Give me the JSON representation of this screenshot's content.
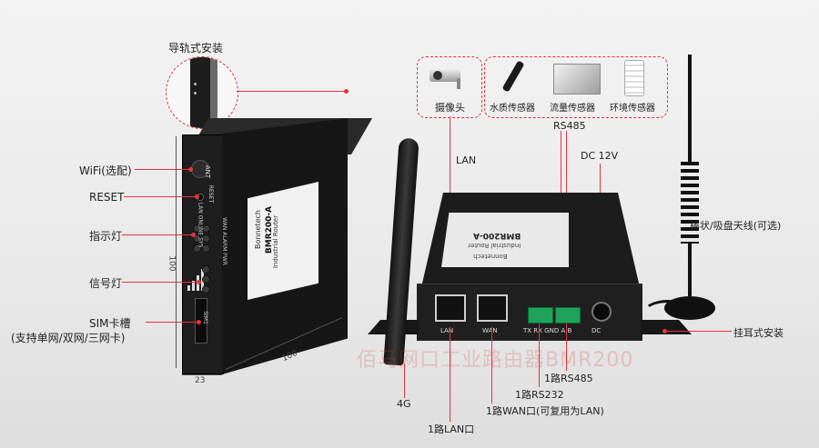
{
  "left_device": {
    "rail_mount": "导轨式安装",
    "wifi": "WiFi(选配)",
    "reset": "RESET",
    "indicator": "指示灯",
    "signal": "信号灯",
    "sim_slot": "SIM卡槽",
    "sim_support": "(支持单网/双网/三网卡)",
    "dim_height": "100",
    "dim_width": "100",
    "dim_depth": "23",
    "panel_ant": "ANT",
    "panel_reset": "RESET",
    "panel_leds_top": "LAN ONLINE SYS",
    "panel_leds_bottom": "WAN ALARM PWR",
    "panel_sim": "SIM1",
    "panel_brand": "Bonnetech",
    "panel_model": "BMR200-A",
    "panel_sub": "Industrial Router"
  },
  "right_device": {
    "camera": "摄像头",
    "water_sensor": "水质传感器",
    "flow_sensor": "流量传感器",
    "env_sensor": "环境传感器",
    "lan_top": "LAN",
    "rs485_top": "RS485",
    "dc": "DC 12V",
    "antenna_opt": "棒状/吸盘天线(可选)",
    "ear_mount": "挂耳式安装",
    "ant_4g": "4G",
    "lan_port": "1路LAN口",
    "wan_port": "1路WAN口(可复用为LAN)",
    "rs232": "1路RS232",
    "rs485": "1路RS485",
    "port_lan": "LAN",
    "port_wan": "WAN",
    "port_serial": "TX RX GND A B",
    "port_dc": "DC",
    "top_brand": "Bonnetech",
    "top_model": "BMR200-A",
    "top_sub": "Industrial Router"
  },
  "watermark": "佰马网口工业路由器BMR200"
}
